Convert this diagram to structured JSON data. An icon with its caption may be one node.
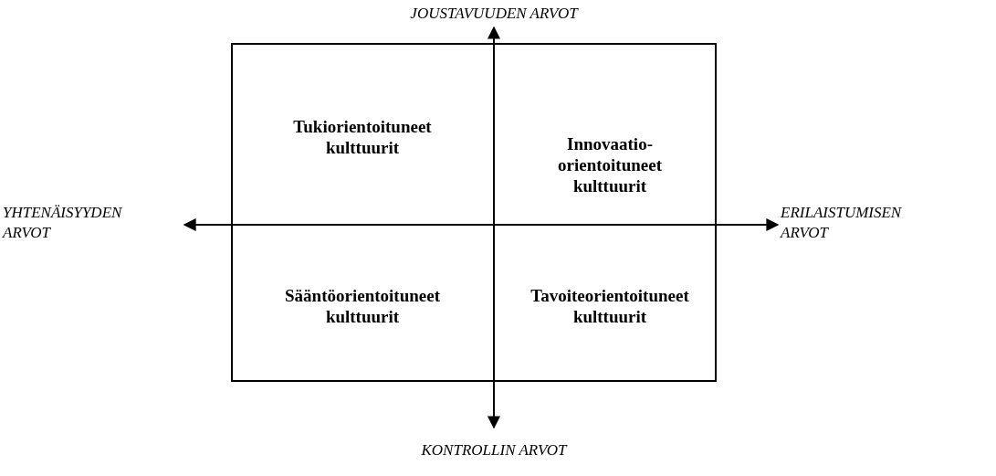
{
  "diagram": {
    "nodes": [
      {
        "text": [],
        "shape": "box"
      }
    ],
    "labels": [
      "JOUSTAVUUDEN ARVOT",
      "Tukiorientoituneet kulttuurit",
      "Innovaatio-orientoituneet kulttuurit",
      "YHTENÄISYYDEN ARVOT",
      "ERILAISTUMISEN ARVOT",
      "Sääntöorientoituneet kulttuurit",
      "Tavoiteorientoituneet kulttuurit",
      "KONTROLLIN ARVOT"
    ]
  }
}
